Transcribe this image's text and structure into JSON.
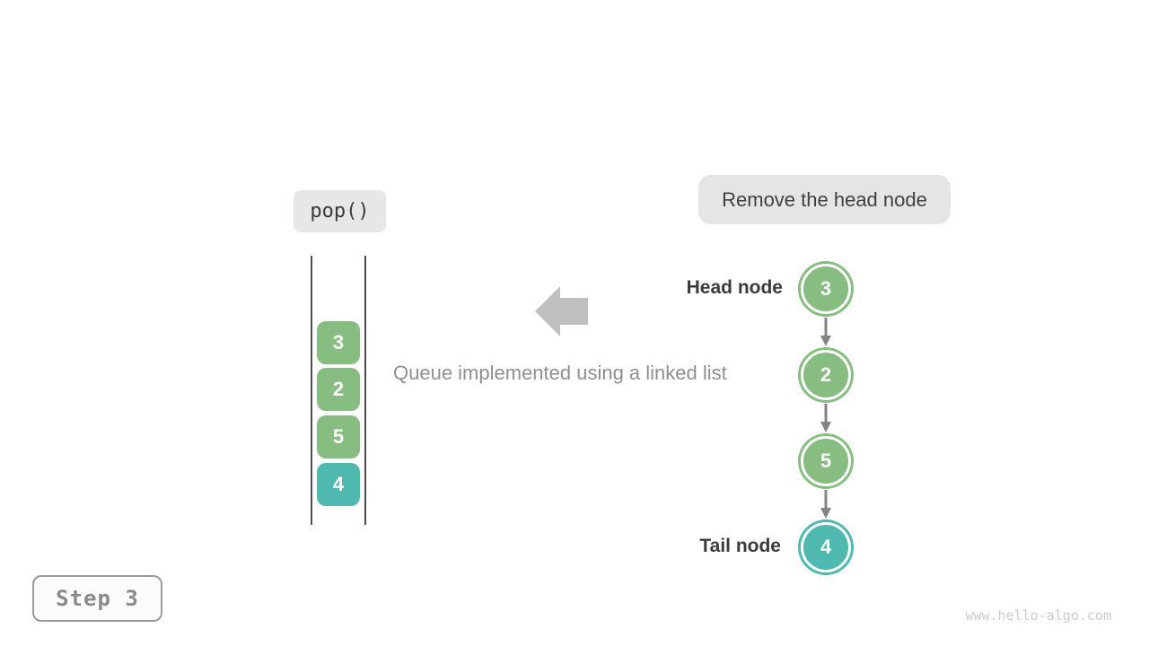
{
  "labels": {
    "operation": "pop()",
    "annotation": "Remove the head node",
    "caption": "Queue implemented using a linked list",
    "head_label": "Head node",
    "tail_label": "Tail node",
    "step": "Step 3",
    "watermark": "www.hello-algo.com"
  },
  "colors": {
    "node_green": "#88bd82",
    "node_teal": "#4fb8af",
    "bubble_bg": "#e5e5e5",
    "big_arrow_gray": "#bfbfbf",
    "link_arrow_gray": "#838383",
    "wall_gray": "#4d4d4d",
    "text_dark": "#3b3b3b",
    "text_gray": "#8f8f8f"
  },
  "queue_array": {
    "items": [
      {
        "value": "3",
        "color": "green"
      },
      {
        "value": "2",
        "color": "green"
      },
      {
        "value": "5",
        "color": "green"
      },
      {
        "value": "4",
        "color": "teal"
      }
    ]
  },
  "linked_list": {
    "nodes": [
      {
        "value": "3",
        "color": "green",
        "role": "head"
      },
      {
        "value": "2",
        "color": "green",
        "role": ""
      },
      {
        "value": "5",
        "color": "green",
        "role": ""
      },
      {
        "value": "4",
        "color": "teal",
        "role": "tail"
      }
    ]
  }
}
